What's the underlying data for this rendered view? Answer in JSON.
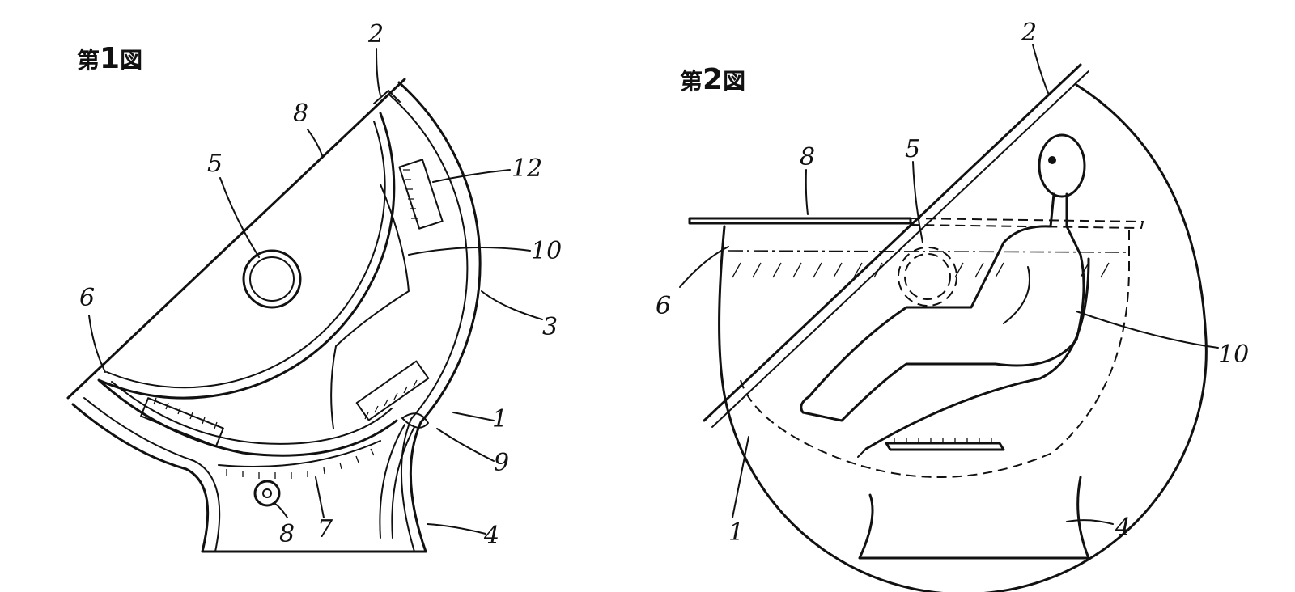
{
  "figures": [
    {
      "title_prefix": "第",
      "title_number": "1",
      "title_suffix": "図",
      "labels": {
        "l2": "2",
        "l8_top": "8",
        "l5": "5",
        "l12": "12",
        "l10": "10",
        "l6": "6",
        "l3": "3",
        "l1": "1",
        "l9": "9",
        "l4": "4",
        "l8_bottom": "8",
        "l7": "7"
      }
    },
    {
      "title_prefix": "第",
      "title_number": "2",
      "title_suffix": "図",
      "labels": {
        "l2": "2",
        "l8": "8",
        "l5": "5",
        "l6": "6",
        "l10": "10",
        "l1": "1",
        "l4": "4"
      }
    }
  ]
}
